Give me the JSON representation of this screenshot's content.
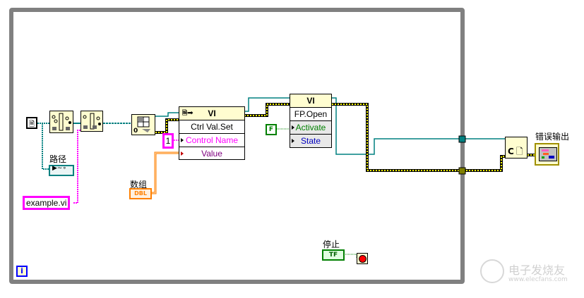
{
  "diagram": {
    "type": "labview-block-diagram",
    "loop": {
      "kind": "while-loop",
      "iteration_terminal": "i"
    },
    "inputs": {
      "path_label": "路径",
      "vi_name_constant": "example.vi",
      "array_label": "数组",
      "array_type": "DBL",
      "index_constant": "1",
      "activate_constant": "F",
      "stop_label": "停止",
      "stop_type": "TF"
    },
    "nodes": {
      "ctrl_val_set": {
        "header": "VI",
        "method": "Ctrl Val.Set",
        "params": [
          "Control Name",
          "Value"
        ]
      },
      "fp_open": {
        "header": "VI",
        "method": "FP.Open",
        "params": [
          "Activate",
          "State"
        ]
      },
      "close_ref": {
        "glyph": "C"
      }
    },
    "outputs": {
      "error_out_label": "错误输出"
    },
    "watermark": {
      "title": "电子发烧友",
      "url": "www.elecfans.com"
    }
  },
  "colors": {
    "frame": "#808080",
    "node_bg": "#fffdd0",
    "path_wire": "#008080",
    "string_wire": "#ff00ff",
    "error_wire": "#b8b000",
    "dbl_wire": "#ff8000",
    "bool_wire": "#008000",
    "refnum_wire": "#008080"
  }
}
